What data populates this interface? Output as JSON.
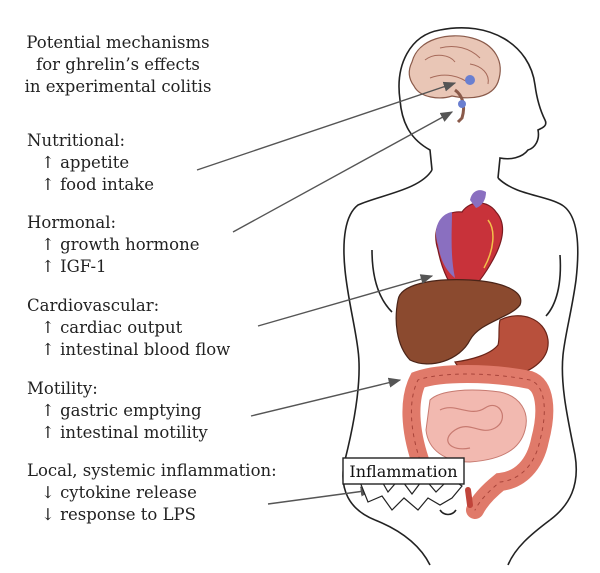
{
  "title_lines": [
    "Potential mechanisms",
    "for ghrelin’s effects",
    "in experimental colitis"
  ],
  "mechanisms": [
    {
      "heading": "Nutritional:",
      "items": [
        "↑ appetite",
        "↑ food intake"
      ]
    },
    {
      "heading": "Hormonal:",
      "items": [
        "↑ growth hormone",
        "↑ IGF-1"
      ]
    },
    {
      "heading": "Cardiovascular:",
      "items": [
        "↑ cardiac output",
        "↑ intestinal blood flow"
      ]
    },
    {
      "heading": "Motility:",
      "items": [
        "↑ gastric emptying",
        "↑ intestinal motility"
      ]
    },
    {
      "heading": "Local, systemic inflammation:",
      "items": [
        "↓ cytokine release",
        "↓ response to LPS"
      ]
    }
  ],
  "inflammation_label": "Inflammation",
  "colors": {
    "outline": "#222222",
    "arrow": "#555555",
    "heart_red": "#c8323a",
    "heart_purple": "#8a6fc0",
    "liver": "#8b4a2f",
    "stomach": "#b8503c",
    "colon": "#e07a6a",
    "small_intestine": "#f2b9b0",
    "brain": "#e9c6b6"
  }
}
